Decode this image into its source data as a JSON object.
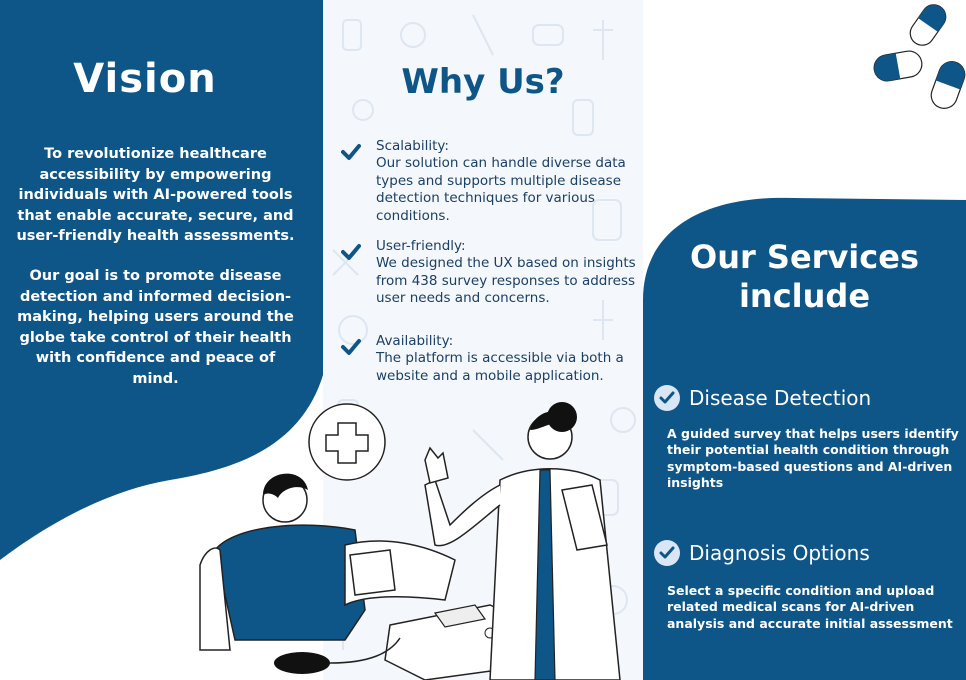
{
  "vision": {
    "title": "Vision",
    "paragraph1": "To revolutionize healthcare accessibility by empowering individuals with AI-powered tools that enable accurate, secure, and user-friendly health assessments.",
    "paragraph2": "Our goal is to promote disease detection and informed decision-making, helping users around the globe take control of their health with confidence and peace of mind."
  },
  "why_us": {
    "title": "Why Us?",
    "items": [
      {
        "heading": "Scalability:",
        "body": "Our solution can handle diverse data types and supports multiple disease detection techniques for various conditions."
      },
      {
        "heading": "User-friendly:",
        "body": "We designed the UX based on insights from 438 survey responses to address user needs and concerns."
      },
      {
        "heading": "Availability:",
        "body": "The platform is accessible via both a website and a mobile application."
      }
    ]
  },
  "services": {
    "title_line1": "Our Services",
    "title_line2": "include",
    "items": [
      {
        "heading": "Disease Detection",
        "description": "A guided survey that helps users identify their potential health condition through symptom-based questions and AI-driven insights"
      },
      {
        "heading": "Diagnosis Options",
        "description": "Select a specific condition and upload related medical scans for AI-driven analysis and accurate initial assessment"
      }
    ]
  },
  "colors": {
    "navy": "#0f5688",
    "text_dark": "#1b3f66",
    "check_light": "#c9dcf2"
  },
  "icons": [
    "check-icon",
    "capsule-icon",
    "medical-cross-icon"
  ]
}
